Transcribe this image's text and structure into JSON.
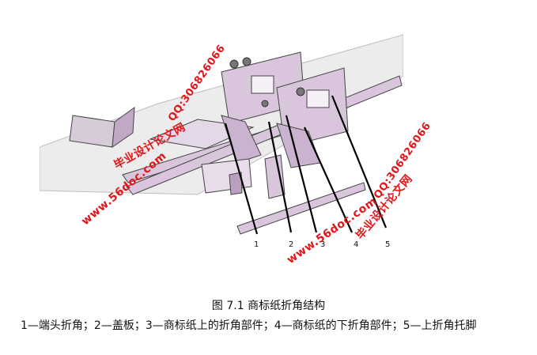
{
  "figure": {
    "callouts": [
      "1",
      "2",
      "3",
      "4",
      "5"
    ],
    "watermarks": [
      "QQ:306826066",
      "毕业设计论文网",
      "www.56doc.com",
      "QQ:306826066",
      "毕业设计论文网",
      "www.56doc.com"
    ]
  },
  "caption": "图 7.1 商标纸折角结构",
  "legend": "1—端头折角；2—盖板；3—商标纸上的折角部件；4—商标纸的下折角部件；5—上折角托脚"
}
